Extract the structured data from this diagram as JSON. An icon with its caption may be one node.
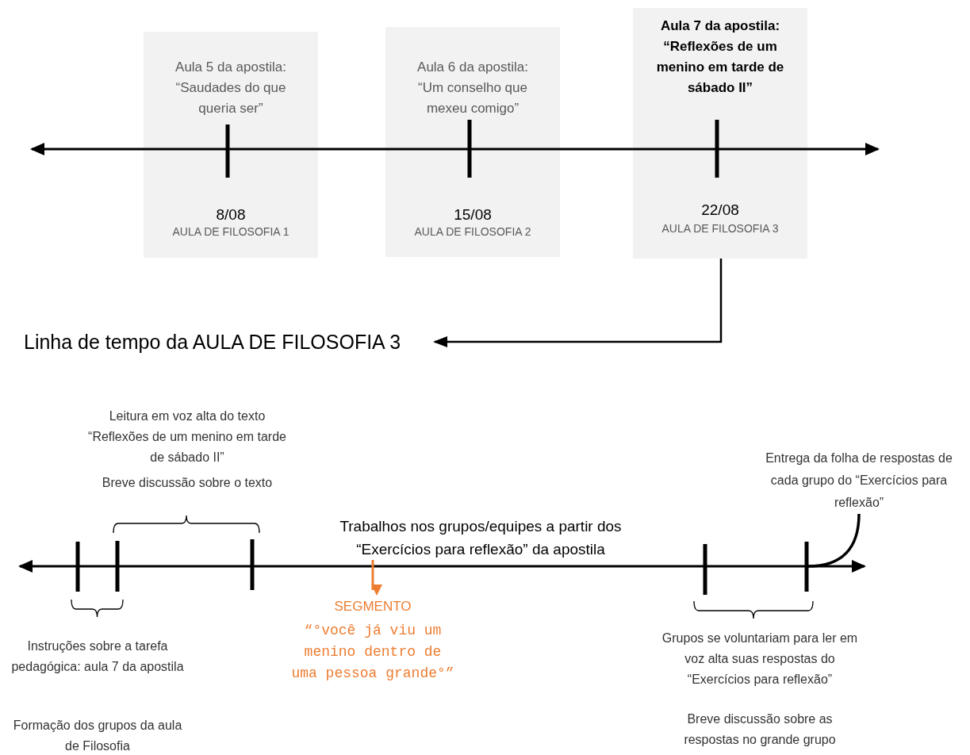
{
  "diagram": {
    "nodes": [
      {
        "text": [
          "Aula 5 da apostila: “Saudades do que queria ser”",
          "8/08",
          "AULA DE FILOSOFIA 1"
        ]
      },
      {
        "text": [
          "Aula 6 da apostila: “Um conselho que mexeu comigo”",
          "15/08",
          "AULA DE FILOSOFIA 2"
        ]
      },
      {
        "text": [
          "Aula 7 da apostila: “Reflexões de um menino em tarde de sábado II”",
          "22/08",
          "AULA DE FILOSOFIA 3"
        ]
      },
      {
        "text": [
          "Linha de tempo da AULA DE FILOSOFIA 3"
        ]
      },
      {
        "text": [
          "Entrega da folha de respostas de cada grupo do “Exercícios para reflexão”"
        ]
      }
    ],
    "edges": [
      {
        "from": 2,
        "to": 3,
        "arrow": "to"
      },
      {
        "from": 4,
        "to": null,
        "arrow": "none"
      }
    ],
    "labels": [
      "Leitura em voz alta do texto “Reflexões de um menino em tarde de sábado II”",
      "Breve discussão sobre o texto",
      "Trabalhos nos grupos/equipes a partir dos “Exercícios para reflexão” da apostila",
      "SEGMENTO",
      "“°você já viu um menino dentro de uma pessoa grande°”",
      "Instruções sobre a tarefa pedagógica: aula 7 da apostila",
      "Formação dos grupos da aula de Filosofia",
      "Grupos se voluntariam para ler em voz alta suas respostas do “Exercícios para reflexão”",
      "Breve discussão sobre as respostas no grande grupo"
    ]
  }
}
